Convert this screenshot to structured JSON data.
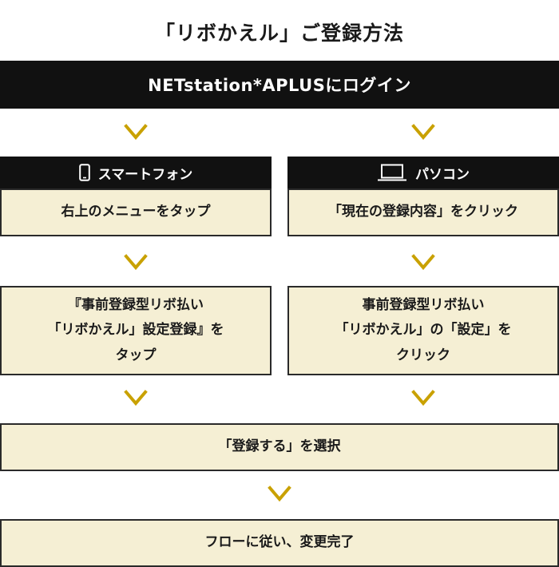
{
  "title": "「リボかえル」ご登録方法",
  "login_bar": {
    "text": "NETstation*APLUSにログイン"
  },
  "columns": {
    "smartphone": {
      "header": "スマートフォン",
      "icon": "smartphone-icon",
      "step1": "右上のメニューをタップ",
      "step2": "『事前登録型リボ払い\n「リボかえル」設定登録』を\nタップ"
    },
    "pc": {
      "header": "パソコン",
      "icon": "laptop-icon",
      "step1": "「現在の登録内容」をクリック",
      "step2": "事前登録型リボ払い\n「リボかえル」の「設定」を\nクリック"
    }
  },
  "step_select": "「登録する」を選択",
  "step_complete": "フローに従い、変更完了",
  "colors": {
    "box_fill": "#f5efd4",
    "header_fill": "#111111",
    "arrow": "#c9a100"
  }
}
